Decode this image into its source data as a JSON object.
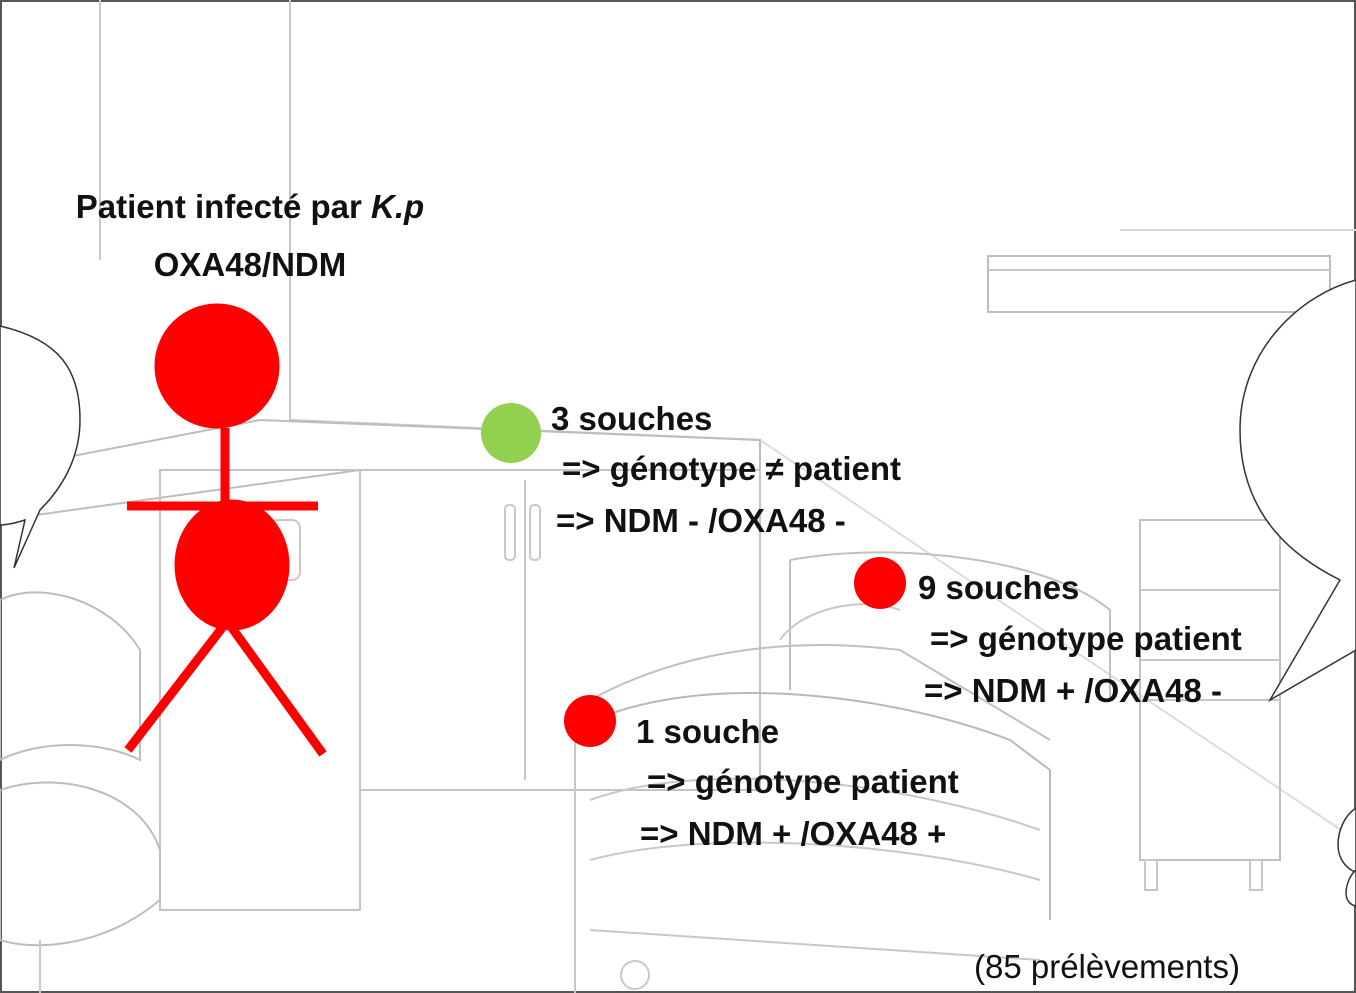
{
  "patient": {
    "title_prefix": "Patient infecté par ",
    "title_species": "K.p",
    "title_line2": "OXA48/NDM",
    "figure_color": "#ff0000"
  },
  "groups": [
    {
      "marker_color": "#92d050",
      "count": "3 souches",
      "line2": "=> génotype ≠ patient",
      "line3": "=> NDM - /OXA48 -"
    },
    {
      "marker_color": "#ff0000",
      "count": "9 souches",
      "line2": "=> génotype patient",
      "line3": "=> NDM + /OXA48 -"
    },
    {
      "marker_color": "#ff0000",
      "count": "1 souche",
      "line2": "=> génotype patient",
      "line3": "=> NDM + /OXA48 +"
    }
  ],
  "footer": {
    "samples": "(85 prélèvements)"
  }
}
